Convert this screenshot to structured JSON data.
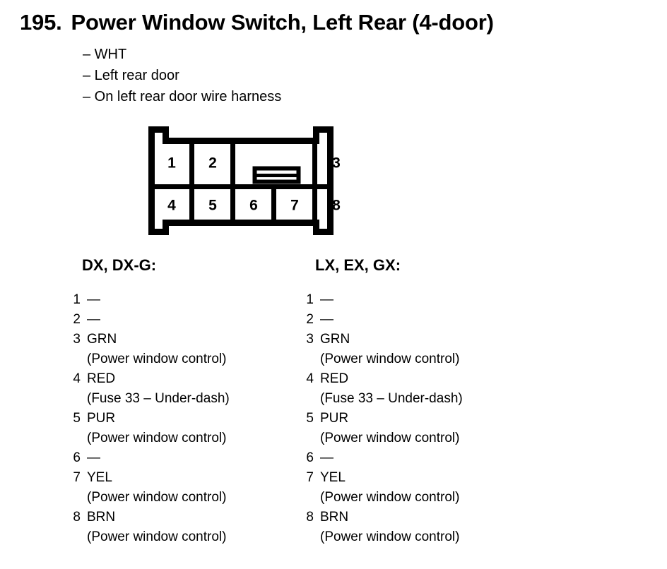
{
  "header": {
    "number": "195.",
    "title": "Power Window Switch, Left Rear (4-door)",
    "bullets": [
      "– WHT",
      "– Left rear door",
      "– On left rear door wire harness"
    ]
  },
  "connector": {
    "name": "8-cavity connector",
    "cavities": [
      {
        "id": "1",
        "row": "top",
        "label": "1"
      },
      {
        "id": "2",
        "row": "top",
        "label": "2"
      },
      {
        "id": "3",
        "row": "top",
        "label": "3"
      },
      {
        "id": "4",
        "row": "bottom",
        "label": "4"
      },
      {
        "id": "5",
        "row": "bottom",
        "label": "5"
      },
      {
        "id": "6",
        "row": "bottom",
        "label": "6"
      },
      {
        "id": "7",
        "row": "bottom",
        "label": "7"
      },
      {
        "id": "8",
        "row": "bottom",
        "label": "8"
      }
    ],
    "outline_color": "#000000",
    "fill_color": "#ffffff"
  },
  "pin_lists": [
    {
      "key": "dx",
      "heading": "DX, DX-G:",
      "entries": [
        {
          "num": "1",
          "value": "—",
          "desc": ""
        },
        {
          "num": "2",
          "value": "—",
          "desc": ""
        },
        {
          "num": "3",
          "value": "GRN",
          "desc": "(Power window control)"
        },
        {
          "num": "4",
          "value": "RED",
          "desc": "(Fuse 33 – Under-dash)"
        },
        {
          "num": "5",
          "value": "PUR",
          "desc": "(Power window control)"
        },
        {
          "num": "6",
          "value": "—",
          "desc": ""
        },
        {
          "num": "7",
          "value": "YEL",
          "desc": "(Power window control)"
        },
        {
          "num": "8",
          "value": "BRN",
          "desc": "(Power window control)"
        }
      ]
    },
    {
      "key": "lx",
      "heading": "LX, EX, GX:",
      "entries": [
        {
          "num": "1",
          "value": "—",
          "desc": ""
        },
        {
          "num": "2",
          "value": "—",
          "desc": ""
        },
        {
          "num": "3",
          "value": "GRN",
          "desc": "(Power window control)"
        },
        {
          "num": "4",
          "value": "RED",
          "desc": "(Fuse 33 – Under-dash)"
        },
        {
          "num": "5",
          "value": "PUR",
          "desc": "(Power window control)"
        },
        {
          "num": "6",
          "value": "—",
          "desc": ""
        },
        {
          "num": "7",
          "value": "YEL",
          "desc": "(Power window control)"
        },
        {
          "num": "8",
          "value": "BRN",
          "desc": "(Power window control)"
        }
      ]
    }
  ]
}
